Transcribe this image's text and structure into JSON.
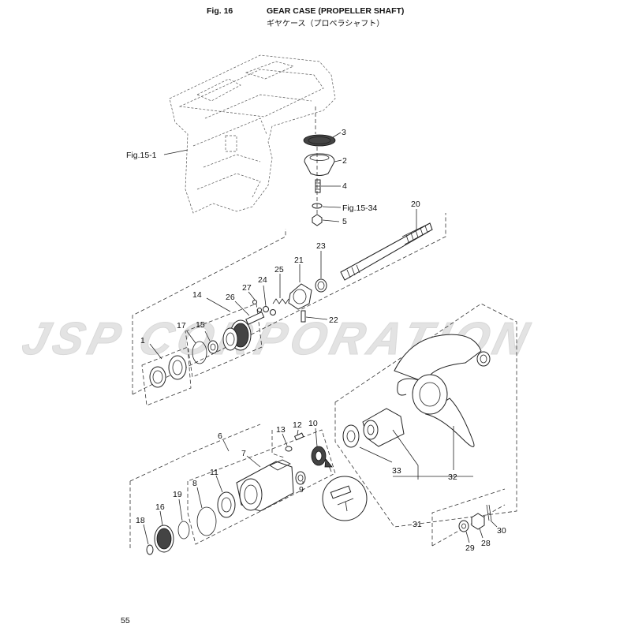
{
  "header": {
    "fig_number": "Fig. 16",
    "title_en": "GEAR CASE (PROPELLER SHAFT)",
    "title_jp": "ギヤケース（プロペラシャフト）"
  },
  "page_number": "55",
  "watermark": "JSP CORPORATION",
  "callouts": {
    "fig15_1": "Fig.15-1",
    "fig15_34": "Fig.15-34",
    "p1": "1",
    "p2": "2",
    "p3": "3",
    "p4": "4",
    "p5": "5",
    "p6": "6",
    "p7": "7",
    "p8": "8",
    "p9": "9",
    "p10": "10",
    "p11": "11",
    "p12": "12",
    "p13": "13",
    "p14": "14",
    "p15": "15",
    "p16": "16",
    "p17": "17",
    "p18": "18",
    "p19": "19",
    "p20": "20",
    "p21": "21",
    "p22": "22",
    "p23": "23",
    "p24": "24",
    "p25": "25",
    "p26": "26",
    "p27": "27",
    "p28": "28",
    "p29": "29",
    "p30": "30",
    "p31": "31",
    "p32": "32",
    "p33": "33"
  }
}
